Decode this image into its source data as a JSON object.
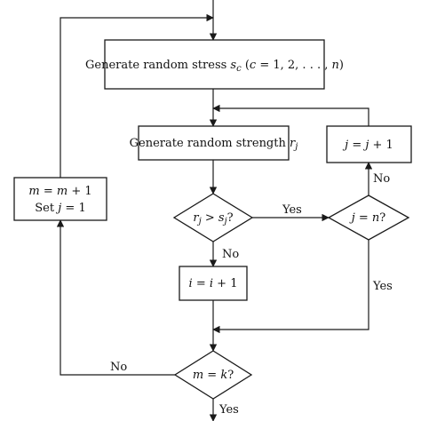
{
  "nodes": {
    "stress": {
      "prefix": "Generate random stress ",
      "var": "s",
      "sub": "c",
      "mid": " (",
      "iter_var": "c",
      "suffix": " = 1, 2, . . . , ",
      "end_var": "n",
      "close": ")"
    },
    "strength": {
      "prefix": "Generate random strength ",
      "var": "r",
      "sub": "j"
    },
    "update_m": {
      "line1_var": "m",
      "line1_op": " = ",
      "line1_rhs_var": "m",
      "line1_rhs": " + 1",
      "line2_pre": "Set ",
      "line2_var": "j",
      "line2_rhs": " = 1"
    },
    "update_j": {
      "var": "j",
      "op": " = ",
      "rhs_var": "j",
      "rhs": " + 1"
    },
    "compare": {
      "lhs_var": "r",
      "lhs_sub": "j",
      "op": " > ",
      "rhs_var": "s",
      "rhs_sub": "j",
      "q": "?"
    },
    "check_n": {
      "var": "j",
      "op": " = ",
      "rhs_var": "n",
      "q": "?"
    },
    "increment_i": {
      "var": "i",
      "op": " = ",
      "rhs_var": "i",
      "rhs": " + 1"
    },
    "check_k": {
      "var": "m",
      "op": " = ",
      "rhs_var": "k",
      "q": "?"
    }
  },
  "edge_labels": {
    "compare_yes": "Yes",
    "compare_no": "No",
    "check_n_no": "No",
    "check_n_yes": "Yes",
    "check_k_no": "No",
    "check_k_yes": "Yes"
  }
}
